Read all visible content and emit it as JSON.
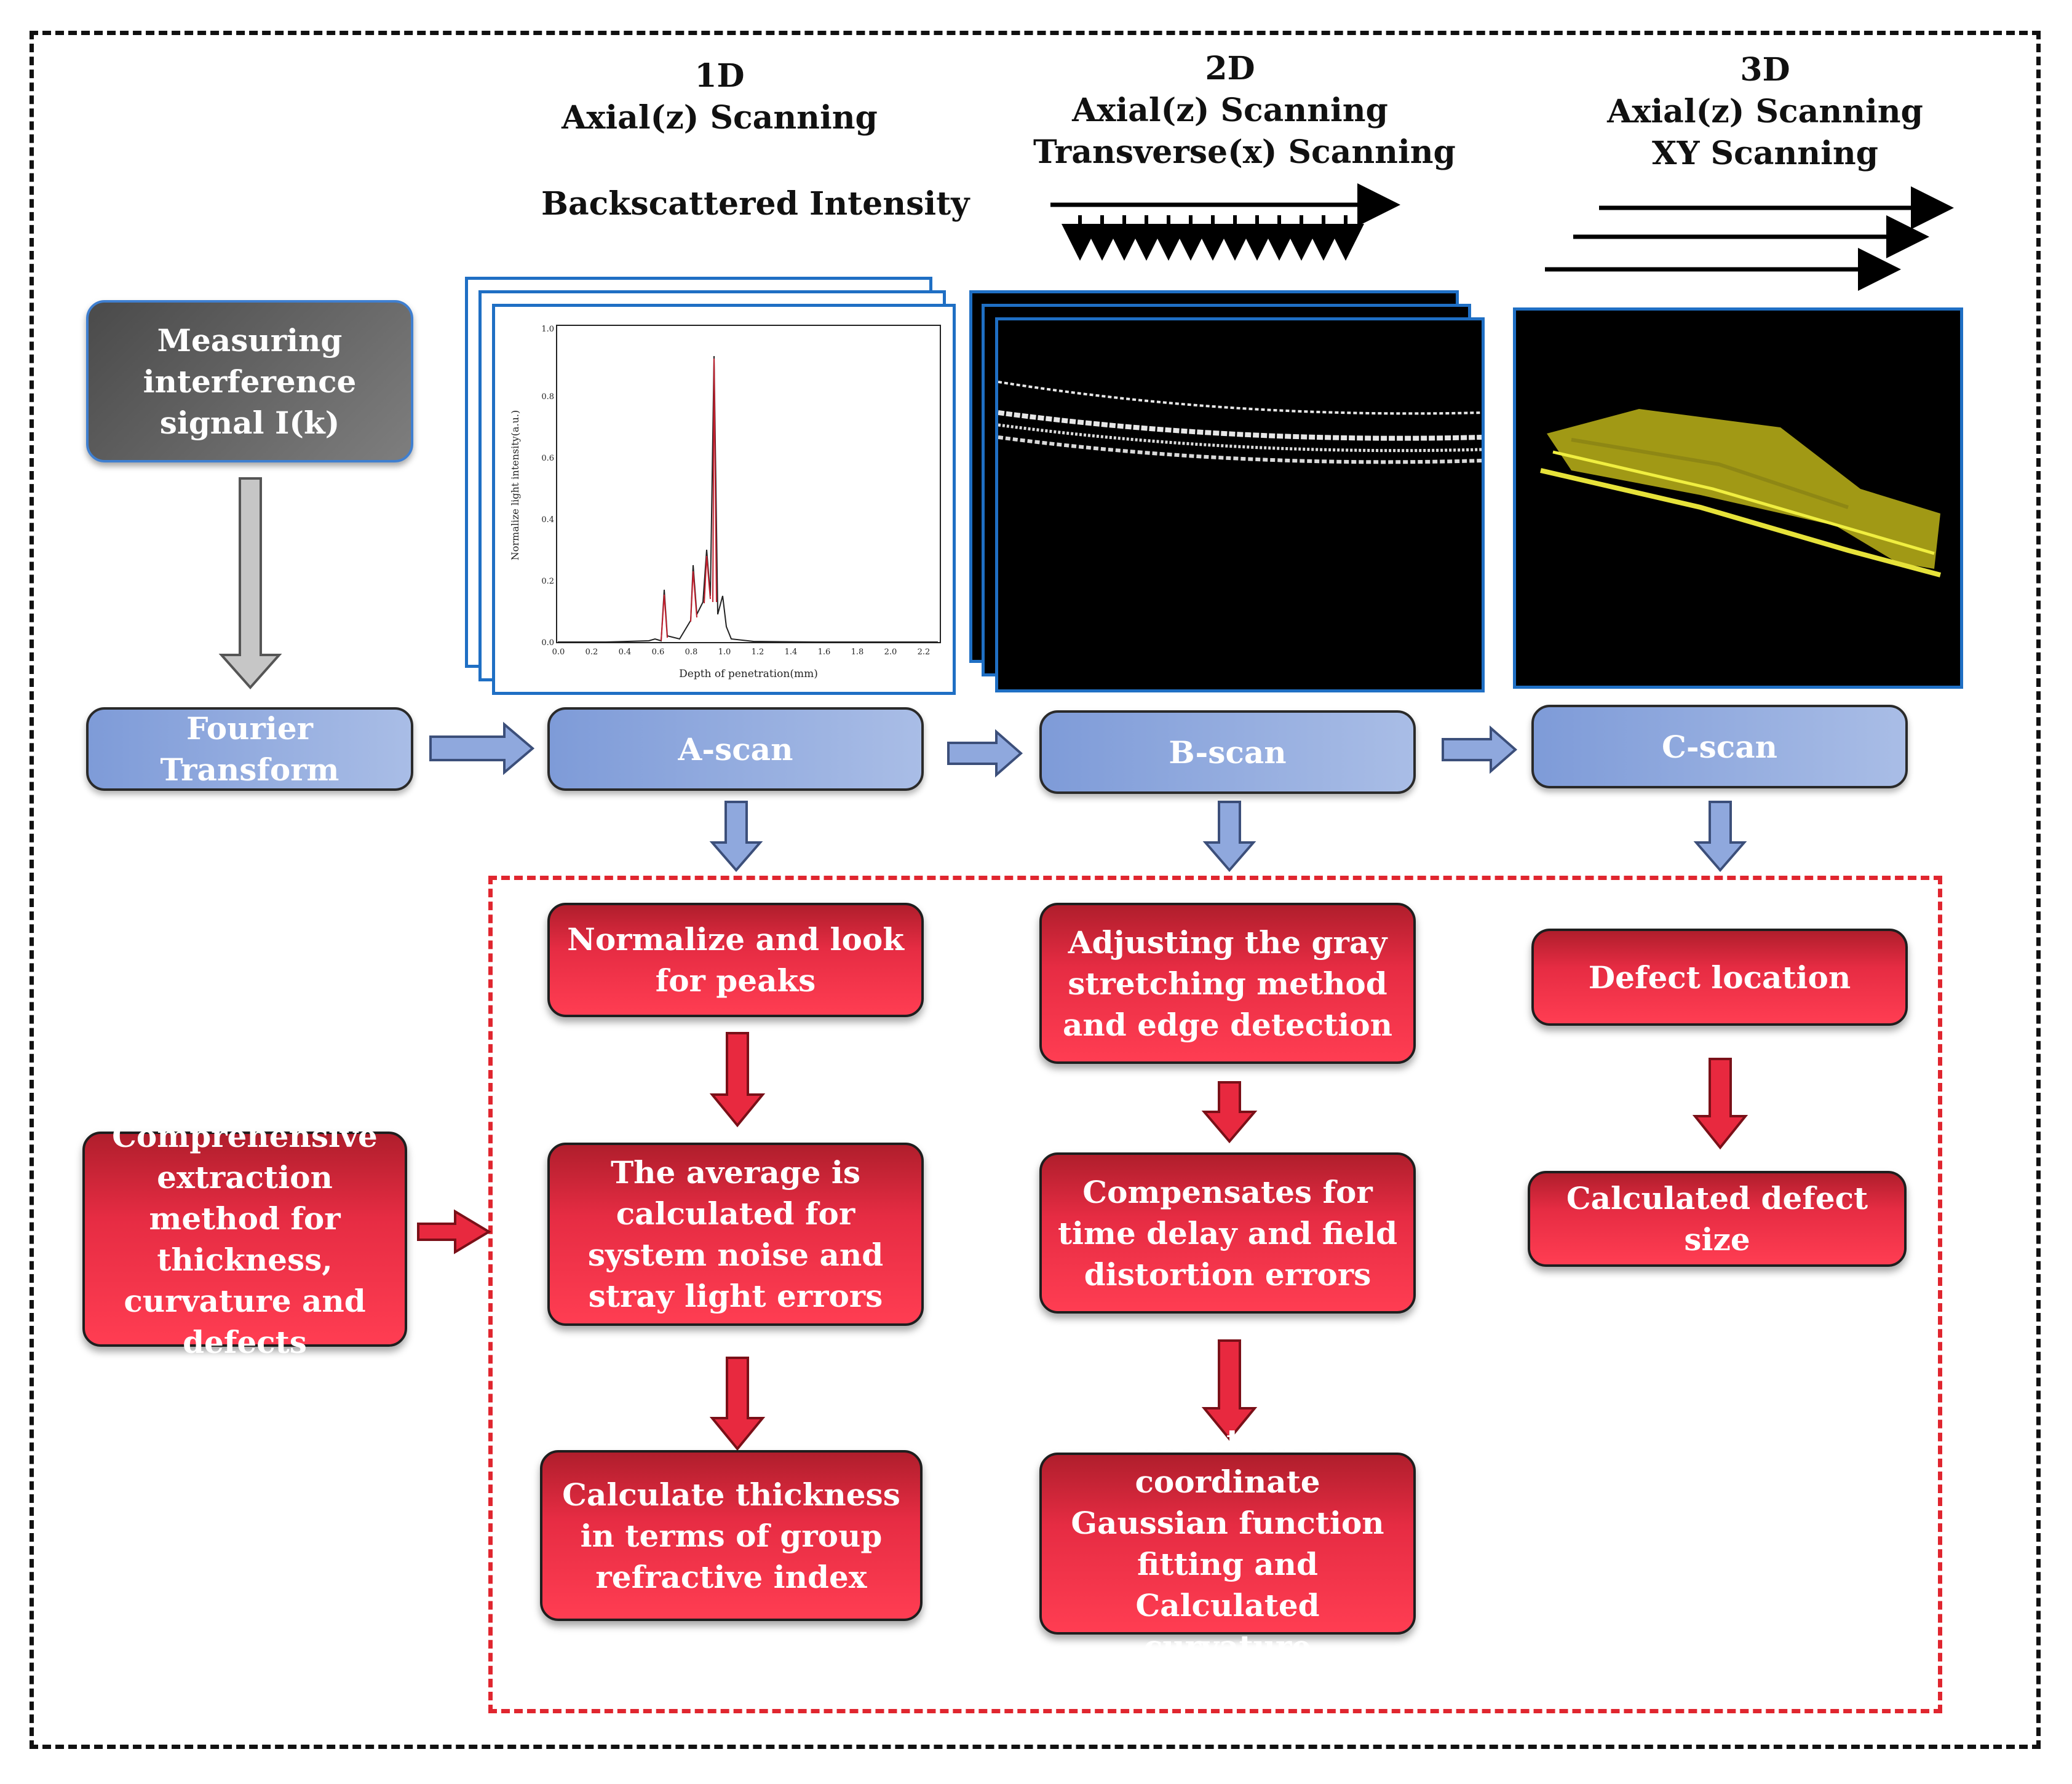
{
  "columns": {
    "d1": {
      "title": "1D",
      "line1": "Axial(z) Scanning",
      "sub": "Backscattered Intensity"
    },
    "d2": {
      "title": "2D",
      "line1": "Axial(z) Scanning",
      "line2": "Transverse(x) Scanning"
    },
    "d3": {
      "title": "3D",
      "line1": "Axial(z) Scanning",
      "line2": "XY Scanning"
    }
  },
  "plot": {
    "ylabel": "Normalize light intensity(a.u.)",
    "xlabel": "Depth of penetration(mm)",
    "yticks": [
      "0.0",
      "0.2",
      "0.4",
      "0.6",
      "0.8",
      "1.0"
    ],
    "xticks": [
      "0.0",
      "0.2",
      "0.4",
      "0.6",
      "0.8",
      "1.0",
      "1.2",
      "1.4",
      "1.6",
      "1.8",
      "2.0",
      "2.2"
    ]
  },
  "boxes": {
    "measuring": "Measuring interference signal I(k)",
    "fourier": "Fourier Transform",
    "ascan": "A-scan",
    "bscan": "B-scan",
    "cscan": "C-scan",
    "a1": "Normalize and look for peaks",
    "a2": "The average is calculated for system noise and stray light errors",
    "a3": "Calculate thickness in terms of group refractive index",
    "b1": "Adjusting the gray stretching method and edge detection",
    "b2": "Compensates for time delay and field distortion errors",
    "b3": "Extraction of coordinate Gaussian function fitting and Calculated curvature",
    "c1": "Defect location",
    "c2": "Calculated defect size",
    "comprehensive": "Comprehensive extraction method for thickness, curvature and defects"
  },
  "colors": {
    "frame_blue": "#1f6fc4",
    "flow_red": "#e8293f",
    "flow_blue": "#8fa8dd",
    "cloud_yellow": "#d6d21c"
  }
}
